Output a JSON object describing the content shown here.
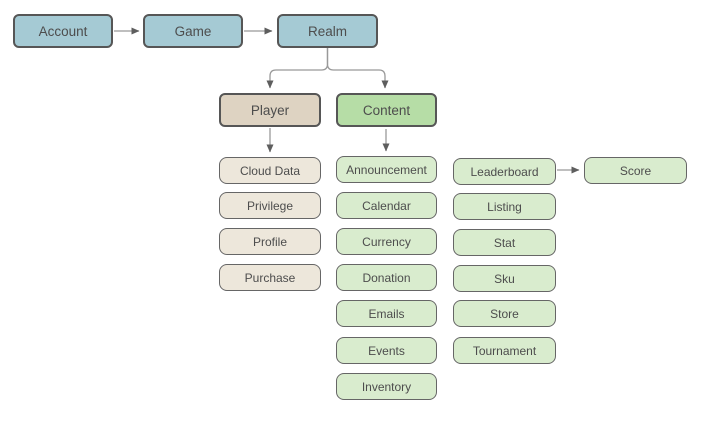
{
  "nodes": {
    "account": "Account",
    "game": "Game",
    "realm": "Realm",
    "player": "Player",
    "content": "Content",
    "score": "Score"
  },
  "children": {
    "player": [
      "Cloud Data",
      "Privilege",
      "Profile",
      "Purchase"
    ],
    "content": [
      "Announcement",
      "Calendar",
      "Currency",
      "Donation",
      "Emails",
      "Events",
      "Inventory"
    ],
    "extra": [
      "Leaderboard",
      "Listing",
      "Stat",
      "Sku",
      "Store",
      "Tournament"
    ]
  },
  "colors": {
    "top_fill": "#a5cad4",
    "tan_fill": "#ded3c2",
    "green_fill": "#b6dda6",
    "tan_light_fill": "#ede7db",
    "green_light_fill": "#d9ecce",
    "border": "#565656",
    "border2": "#666666",
    "line": "#999999",
    "arrow": "#5e5e5e",
    "text": "#4d4d4d"
  }
}
